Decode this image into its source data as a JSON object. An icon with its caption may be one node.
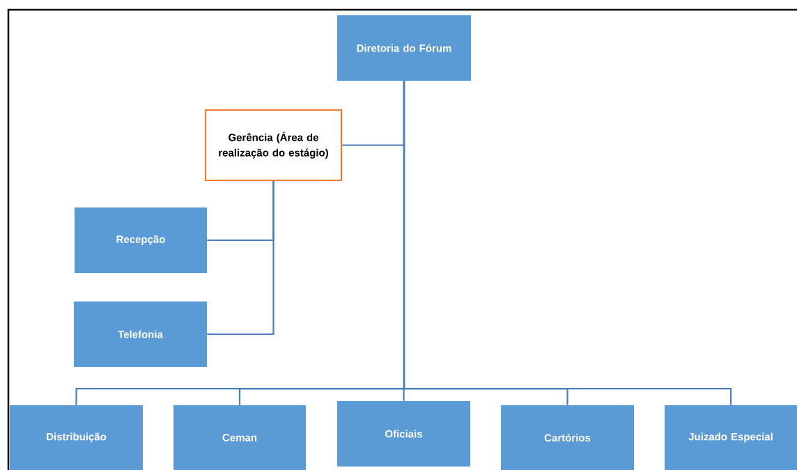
{
  "diagram": {
    "nodes": [
      {
        "text": [
          "Diretoria do Fórum"
        ]
      },
      {
        "text": [
          "Gerência (Área de realização do estágio)"
        ]
      },
      {
        "text": [
          "Recepção"
        ]
      },
      {
        "text": [
          "Telefonia"
        ]
      },
      {
        "text": [
          "Distribuição"
        ]
      },
      {
        "text": [
          "Ceman"
        ]
      },
      {
        "text": [
          "Oficiais"
        ]
      },
      {
        "text": [
          "Cartórios"
        ]
      },
      {
        "text": [
          "Juizado Especial"
        ]
      }
    ],
    "edges": [
      {
        "from": 0,
        "to": 1,
        "arrow": "none"
      },
      {
        "from": 1,
        "to": 2,
        "arrow": "none"
      },
      {
        "from": 1,
        "to": 3,
        "arrow": "none"
      },
      {
        "from": 0,
        "to": 4,
        "arrow": "none"
      },
      {
        "from": 0,
        "to": 5,
        "arrow": "none"
      },
      {
        "from": 0,
        "to": 6,
        "arrow": "none"
      },
      {
        "from": 0,
        "to": 7,
        "arrow": "none"
      },
      {
        "from": 0,
        "to": 8,
        "arrow": "none"
      }
    ]
  }
}
